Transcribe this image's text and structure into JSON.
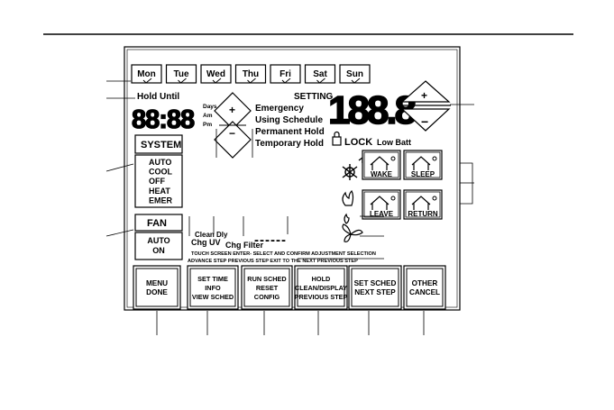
{
  "days": [
    "Mon",
    "Tue",
    "Wed",
    "Thu",
    "Fri",
    "Sat",
    "Sun"
  ],
  "hold_until": "Hold Until",
  "clock_digits": "88:88",
  "days_label": "Days",
  "am_label": "Am",
  "pm_label": "Pm",
  "plus_glyph": "+",
  "minus_glyph": "−",
  "setting_label": "SETTING",
  "temp_digits": "188.8",
  "status_lines": [
    "Emergency",
    "Using Schedule",
    "Permanent Hold",
    "Temporary Hold"
  ],
  "lock_label": "LOCK",
  "low_batt_label": "Low Batt",
  "system": {
    "title": "SYSTEM",
    "modes": [
      "AUTO",
      "COOL",
      "OFF",
      "HEAT",
      "EMER"
    ]
  },
  "fan": {
    "title": "FAN",
    "modes": [
      "AUTO",
      "ON"
    ]
  },
  "schedule_periods": [
    "WAKE",
    "SLEEP",
    "LEAVE",
    "RETURN"
  ],
  "cleaning": {
    "line1": "Clean Dly",
    "line2": "Chg UV",
    "filter": "Chg Filter"
  },
  "dash_segments": "------",
  "footer_text": {
    "line1": "TOUCH SCREEN ENTER- SELECT AND CONFIRM ADJUSTMENT SELECTION",
    "line2": "ADVANCE STEP PREVIOUS STEP EXIT TO THE NEXT PREVIOUS STEP"
  },
  "buttons": [
    [
      "MENU",
      "DONE"
    ],
    [
      "SET TIME",
      "INFO",
      "VIEW SCHED"
    ],
    [
      "RUN SCHED",
      "RESET",
      "CONFIG"
    ],
    [
      "HOLD",
      "CLEAN/DISPLAY",
      "PREVIOUS STEP"
    ],
    [
      "SET SCHED",
      "NEXT STEP"
    ],
    [
      "OTHER",
      "CANCEL"
    ]
  ]
}
